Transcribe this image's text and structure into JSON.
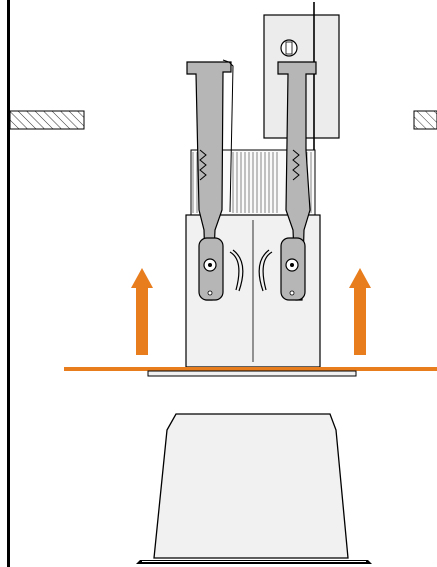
{
  "diagram": {
    "colors": {
      "outline": "#000000",
      "metal": "#b6b6b6",
      "metal_light": "#cfcfcf",
      "body_fill": "#f1f1f1",
      "box_fill": "#e6e6e6",
      "ceiling_line": "#e87d1e",
      "arrow": "#e87d1e",
      "background": "#ffffff"
    },
    "parts": {
      "wall": "wall",
      "ceiling": "ceiling-panel",
      "hatch_left": "hatched-joist-left",
      "hatch_right": "hatched-joist-right",
      "housing": "lamp-housing",
      "clip_left": "spring-clip-left",
      "clip_right": "spring-clip-right",
      "driver": "driver-box",
      "trim": "trim-ring",
      "reflector": "reflector-cup",
      "arrow_left": "push-up-arrow-left",
      "arrow_right": "push-up-arrow-right"
    }
  }
}
